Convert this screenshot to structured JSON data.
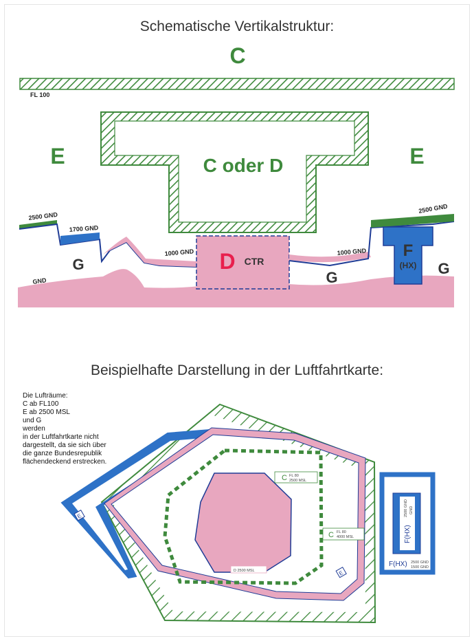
{
  "title_top": "Schematische Vertikalstruktur:",
  "title_bottom": "Beispielhafte Darstellung in der Luftfahrtkarte:",
  "colors": {
    "green": "#3f8a3d",
    "blue": "#2e72c7",
    "navy": "#1f3c96",
    "pink": "#e8a7bf",
    "red": "#e81f4d"
  },
  "vertical": {
    "class_c_top": "C",
    "fl100_label": "FL 100",
    "class_e_left": "E",
    "class_e_right": "E",
    "c_oder_d": "C oder D",
    "ctr_letter": "D",
    "ctr_label": "CTR",
    "gnd_2500_left": "2500 GND",
    "gnd_1700": "1700 GND",
    "gnd_1000_left": "1000 GND",
    "gnd_1000_right": "1000 GND",
    "gnd_2500_right": "2500 GND",
    "hx_letter": "F",
    "hx_label": "(HX)",
    "g_left": "G",
    "g_middle": "G",
    "g_right": "G",
    "gnd_label": "GND"
  },
  "map": {
    "note_lines": [
      "Die Lufträume:",
      "C ab FL100",
      "E ab 2500 MSL",
      "und G",
      "werden",
      "in der Luftfahrtkarte nicht",
      "dargestellt, da sie sich über",
      "die ganze Bundesrepublik",
      "flächendeckend erstrecken."
    ],
    "box_c_upper": {
      "letter": "C",
      "top": "FL 80",
      "bottom": "2500 MSL"
    },
    "box_c_right": {
      "letter": "C",
      "top": "FL 80",
      "bottom": "4000 MSL"
    },
    "box_ctr_bottom": "D  2500 MSL",
    "e_marker_left": "E",
    "e_marker_right": "E",
    "hx_vertical": "F(HX)",
    "hx_vertical_top": "2500 GND",
    "hx_vertical_bottom": "GND",
    "hx_bottom_label": "F(HX)",
    "hx_bottom_top": "2500 GND",
    "hx_bottom_bottom": "1500 GND"
  }
}
